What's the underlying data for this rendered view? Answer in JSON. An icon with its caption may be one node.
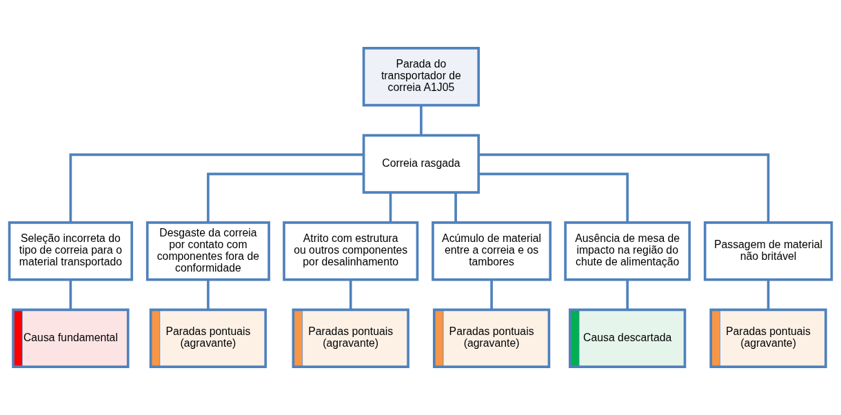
{
  "diagram": {
    "nodes": [
      {
        "text": [
          "Parada do transportador de correia A1J05"
        ]
      },
      {
        "text": [
          "Correia rasgada"
        ]
      },
      {
        "text": [
          "Seleção incorreta do tipo de correia para o material transportado"
        ]
      },
      {
        "text": [
          "Desgaste da correia por contato com componentes fora de conformidade"
        ]
      },
      {
        "text": [
          "Atrito com estrutura ou outros componentes por desalinhamento"
        ]
      },
      {
        "text": [
          "Acúmulo de material entre a correia e os tambores"
        ]
      },
      {
        "text": [
          "Ausência de mesa de impacto na região do chute de alimentação"
        ]
      },
      {
        "text": [
          "Passagem de material não britável"
        ]
      },
      {
        "text": [
          "Causa fundamental"
        ]
      },
      {
        "text": [
          "Paradas pontuais (agravante)"
        ]
      },
      {
        "text": [
          "Paradas pontuais (agravante)"
        ]
      },
      {
        "text": [
          "Paradas pontuais (agravante)"
        ]
      },
      {
        "text": [
          "Causa descartada"
        ]
      },
      {
        "text": [
          "Paradas pontuais (agravante)"
        ]
      }
    ],
    "edges": [
      {
        "from": 0,
        "to": 1,
        "arrow": "none"
      },
      {
        "from": 1,
        "to": 2,
        "arrow": "none"
      },
      {
        "from": 1,
        "to": 3,
        "arrow": "none"
      },
      {
        "from": 1,
        "to": 4,
        "arrow": "none"
      },
      {
        "from": 1,
        "to": 5,
        "arrow": "none"
      },
      {
        "from": 1,
        "to": 6,
        "arrow": "none"
      },
      {
        "from": 1,
        "to": 7,
        "arrow": "none"
      },
      {
        "from": 2,
        "to": 8,
        "arrow": "none"
      },
      {
        "from": 3,
        "to": 9,
        "arrow": "none"
      },
      {
        "from": 4,
        "to": 10,
        "arrow": "none"
      },
      {
        "from": 5,
        "to": 11,
        "arrow": "none"
      },
      {
        "from": 6,
        "to": 12,
        "arrow": "none"
      },
      {
        "from": 7,
        "to": 13,
        "arrow": "none"
      }
    ]
  }
}
